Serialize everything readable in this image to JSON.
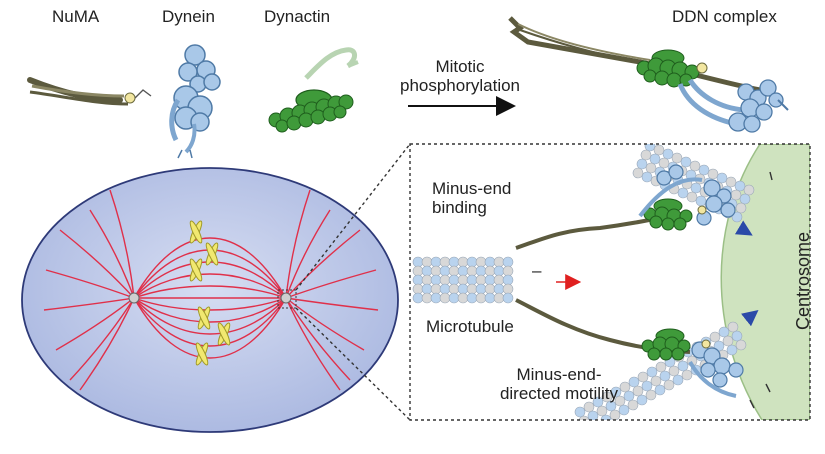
{
  "labels": {
    "numa": "NuMA",
    "dynein": "Dynein",
    "dynactin": "Dynactin",
    "ddn_complex": "DDN complex",
    "mitotic_line1": "Mitotic",
    "mitotic_line2": "phosphorylation",
    "minus_end_binding_line1": "Minus-end",
    "minus_end_binding_line2": "binding",
    "microtubule": "Microtubule",
    "minus_end_motility_line1": "Minus-end-",
    "minus_end_motility_line2": "directed motility",
    "centrosome": "Centrosome",
    "minus_sign": "–"
  },
  "colors": {
    "numa": "#6e6a4a",
    "dynein": "#a9c8e8",
    "dynein_stroke": "#4f7aa6",
    "dynactin": "#3f9a3a",
    "dynactin_stroke": "#1f5e1d",
    "cell": "#b9c6e6",
    "cell_stroke": "#2e3a78",
    "spindle": "#e0304a",
    "chromosome": "#f1e870",
    "centrosome": "#cfe3bf",
    "tubulin_blue": "#b9d3ee",
    "tubulin_grey": "#d8d8d8",
    "arrow_red": "#e02020",
    "arrow_blue": "#2b4aa8"
  }
}
